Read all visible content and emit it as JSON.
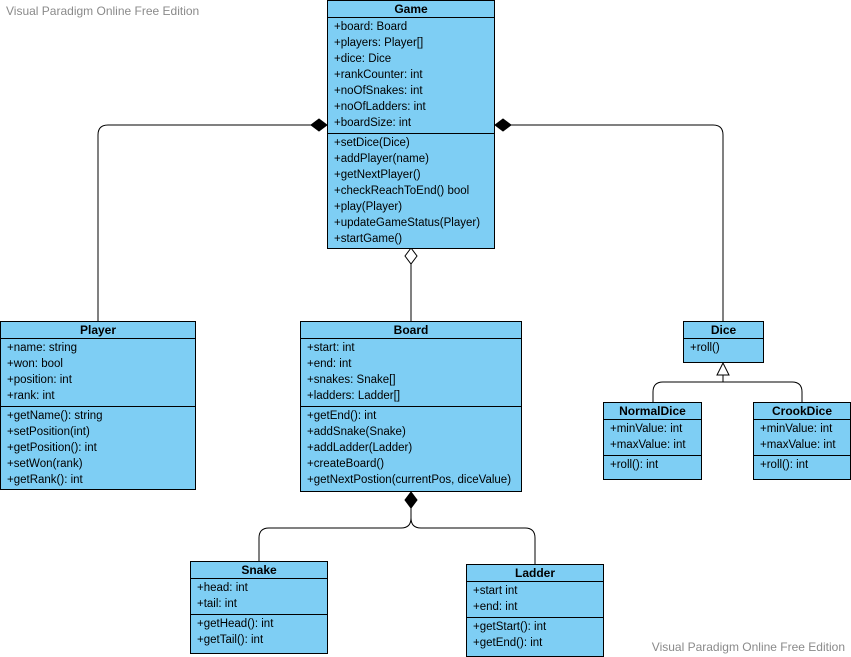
{
  "watermark": {
    "top": "Visual Paradigm Online Free Edition",
    "bottom": "Visual Paradigm Online Free Edition"
  },
  "classes": {
    "game": {
      "name": "Game",
      "attributes": [
        "+board: Board",
        "+players: Player[]",
        "+dice: Dice",
        "+rankCounter: int",
        "+noOfSnakes: int",
        "+noOfLadders: int",
        "+boardSize: int"
      ],
      "methods": [
        "+setDice(Dice)",
        "+addPlayer(name)",
        "+getNextPlayer()",
        "+checkReachToEnd() bool",
        "+play(Player)",
        "+updateGameStatus(Player)",
        "+startGame()"
      ]
    },
    "player": {
      "name": "Player",
      "attributes": [
        "+name: string",
        "+won: bool",
        "+position: int",
        "+rank: int"
      ],
      "methods": [
        "+getName(): string",
        "+setPosition(int)",
        "+getPosition(): int",
        "+setWon(rank)",
        "+getRank(): int"
      ]
    },
    "board": {
      "name": "Board",
      "attributes": [
        "+start: int",
        "+end: int",
        "+snakes: Snake[]",
        "+ladders: Ladder[]"
      ],
      "methods": [
        "+getEnd(): int",
        "+addSnake(Snake)",
        "+addLadder(Ladder)",
        "+createBoard()",
        "+getNextPostion(currentPos, diceValue)"
      ]
    },
    "dice": {
      "name": "Dice",
      "attributes": [],
      "methods": [
        "+roll()"
      ]
    },
    "normal_dice": {
      "name": "NormalDice",
      "attributes": [
        "+minValue: int",
        "+maxValue: int"
      ],
      "methods": [
        "+roll(): int"
      ]
    },
    "crook_dice": {
      "name": "CrookDice",
      "attributes": [
        "+minValue: int",
        "+maxValue: int"
      ],
      "methods": [
        "+roll(): int"
      ]
    },
    "snake": {
      "name": "Snake",
      "attributes": [
        "+head: int",
        "+tail: int"
      ],
      "methods": [
        "+getHead(): int",
        "+getTail(): int"
      ]
    },
    "ladder": {
      "name": "Ladder",
      "attributes": [
        "+start int",
        "+end: int"
      ],
      "methods": [
        "+getStart(): int",
        "+getEnd(): int"
      ]
    }
  },
  "colors": {
    "class_fill": "#7ecef4",
    "line": "#000000"
  }
}
